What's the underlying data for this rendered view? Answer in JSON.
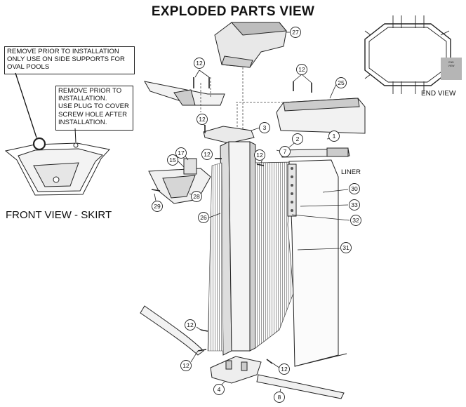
{
  "title": "EXPLODED PARTS VIEW",
  "notes": {
    "oval_remove": [
      "REMOVE PRIOR TO INSTALLATION",
      "ONLY USE ON SIDE SUPPORTS FOR",
      "OVAL POOLS"
    ],
    "screw_remove": [
      "REMOVE PRIOR TO",
      "INSTALLATION.",
      "USE PLUG TO COVER",
      "SCREW HOLE AFTER",
      "INSTALLATION."
    ]
  },
  "captions": {
    "front_view": "FRONT VIEW - SKIRT",
    "end_view": "END VIEW",
    "liner": "LINER"
  },
  "inset_tiny": {
    "top": "END",
    "bottom": "VIEW"
  },
  "callouts": [
    {
      "id": "c27",
      "label": "27"
    },
    {
      "id": "c12a",
      "label": "12"
    },
    {
      "id": "c12b",
      "label": "12"
    },
    {
      "id": "c25",
      "label": "25"
    },
    {
      "id": "c12c",
      "label": "12"
    },
    {
      "id": "c3",
      "label": "3"
    },
    {
      "id": "c2",
      "label": "2"
    },
    {
      "id": "c1",
      "label": "1"
    },
    {
      "id": "c7",
      "label": "7"
    },
    {
      "id": "c12d",
      "label": "12"
    },
    {
      "id": "c17",
      "label": "17"
    },
    {
      "id": "c12e",
      "label": "12"
    },
    {
      "id": "c15",
      "label": "15"
    },
    {
      "id": "c28",
      "label": "28"
    },
    {
      "id": "c29",
      "label": "29"
    },
    {
      "id": "c26",
      "label": "26"
    },
    {
      "id": "c30",
      "label": "30"
    },
    {
      "id": "c33",
      "label": "33"
    },
    {
      "id": "c32",
      "label": "32"
    },
    {
      "id": "c31",
      "label": "31"
    },
    {
      "id": "c12f",
      "label": "12"
    },
    {
      "id": "c12g",
      "label": "12"
    },
    {
      "id": "c12h",
      "label": "12"
    },
    {
      "id": "c4",
      "label": "4"
    },
    {
      "id": "c8",
      "label": "8"
    }
  ]
}
